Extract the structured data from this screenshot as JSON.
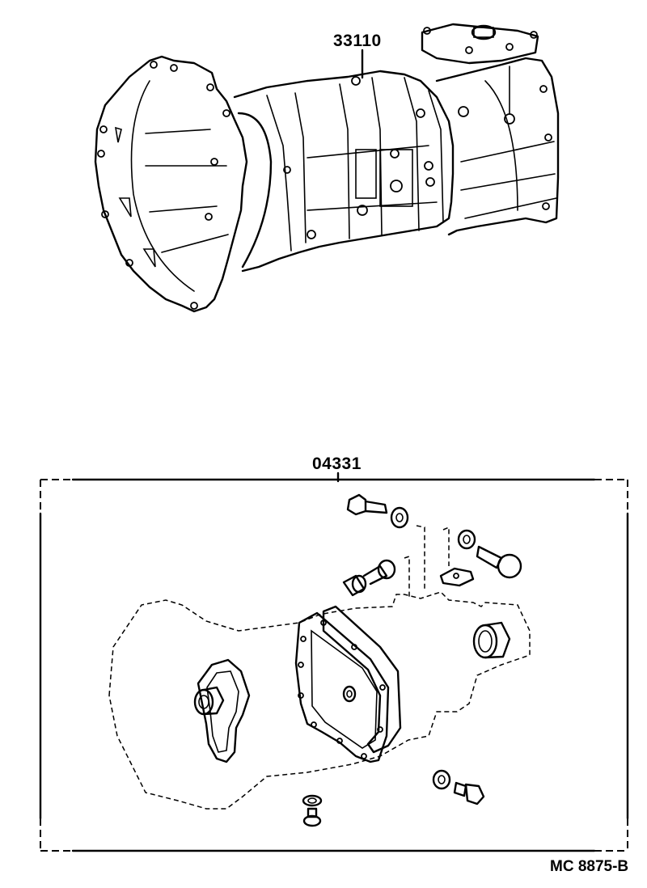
{
  "diagram": {
    "type": "parts-catalog-illustration",
    "reference_code": "MC 8875-B",
    "parts": [
      {
        "part_number": "33110",
        "description_visual": "Assembled manual transmission with bell housing, case, extension housing and shift lever retainer"
      },
      {
        "part_number": "04331",
        "description_visual": "Gasket/overhaul kit shown in dashed box: gaskets, oil seals, washers, plugs, bolts, drawn against phantom transmission outline"
      }
    ],
    "kit_components_visible": [
      "bolt-top-left",
      "washer-top",
      "washer-top-right",
      "plug-top-right",
      "speedometer-sleeve",
      "shift-retainer-gasket",
      "front-bearing-retainer-gasket",
      "front-oil-seal",
      "intermediate-plate-gasket",
      "case-gasket",
      "center-plug",
      "rear-oil-seal",
      "drain-washer",
      "drain-plug",
      "filler-washer",
      "filler-plug"
    ]
  },
  "labels": {
    "top_part": "33110",
    "kit_part": "04331",
    "reference": "MC 8875-B"
  }
}
